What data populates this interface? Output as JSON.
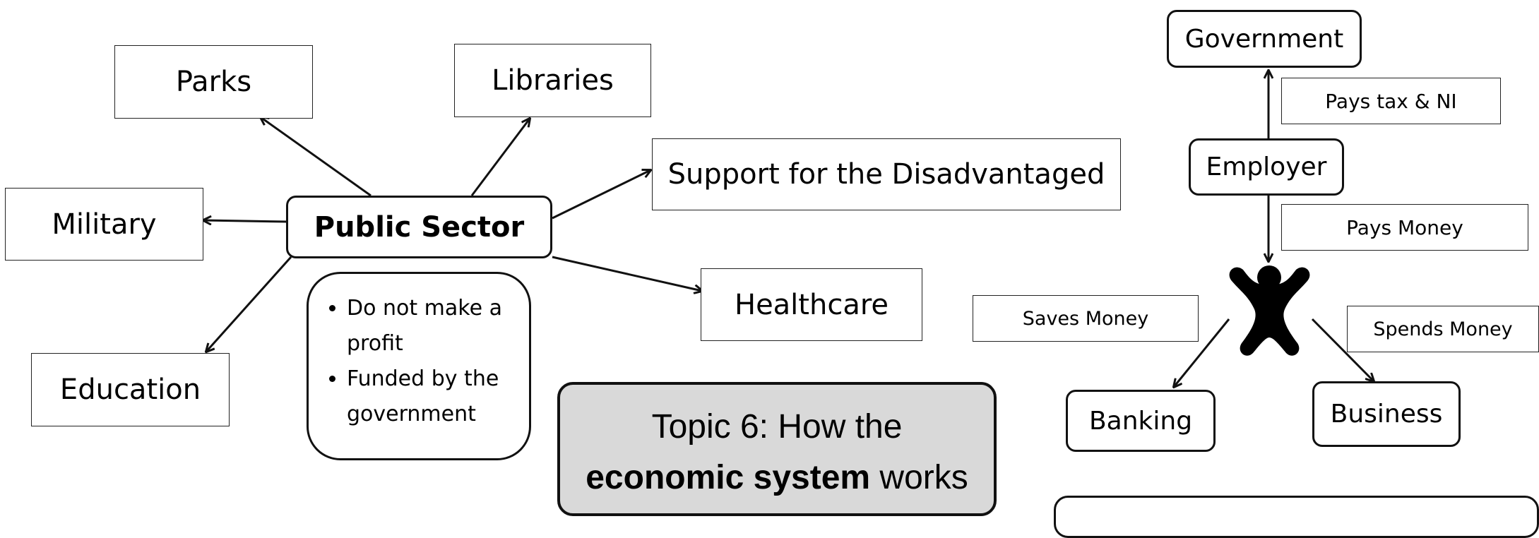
{
  "public_sector": {
    "center_label": "Public Sector",
    "services": [
      "Parks",
      "Libraries",
      "Military",
      "Support for the Disadvantaged",
      "Healthcare",
      "Education"
    ],
    "notes": [
      "Do not make a profit",
      "Funded by the government"
    ]
  },
  "topic": {
    "line1": "Topic 6: How the",
    "bold": "economic system",
    "rest": " works"
  },
  "flow": {
    "government": "Government",
    "pays_tax": "Pays tax & NI",
    "employer": "Employer",
    "pays_money": "Pays Money",
    "saves_money": "Saves Money",
    "spends_money": "Spends Money",
    "banking": "Banking",
    "business": "Business",
    "person_icon": "person-icon"
  },
  "colors": {
    "topic_fill": "#d9d9d9",
    "line": "#111111"
  }
}
